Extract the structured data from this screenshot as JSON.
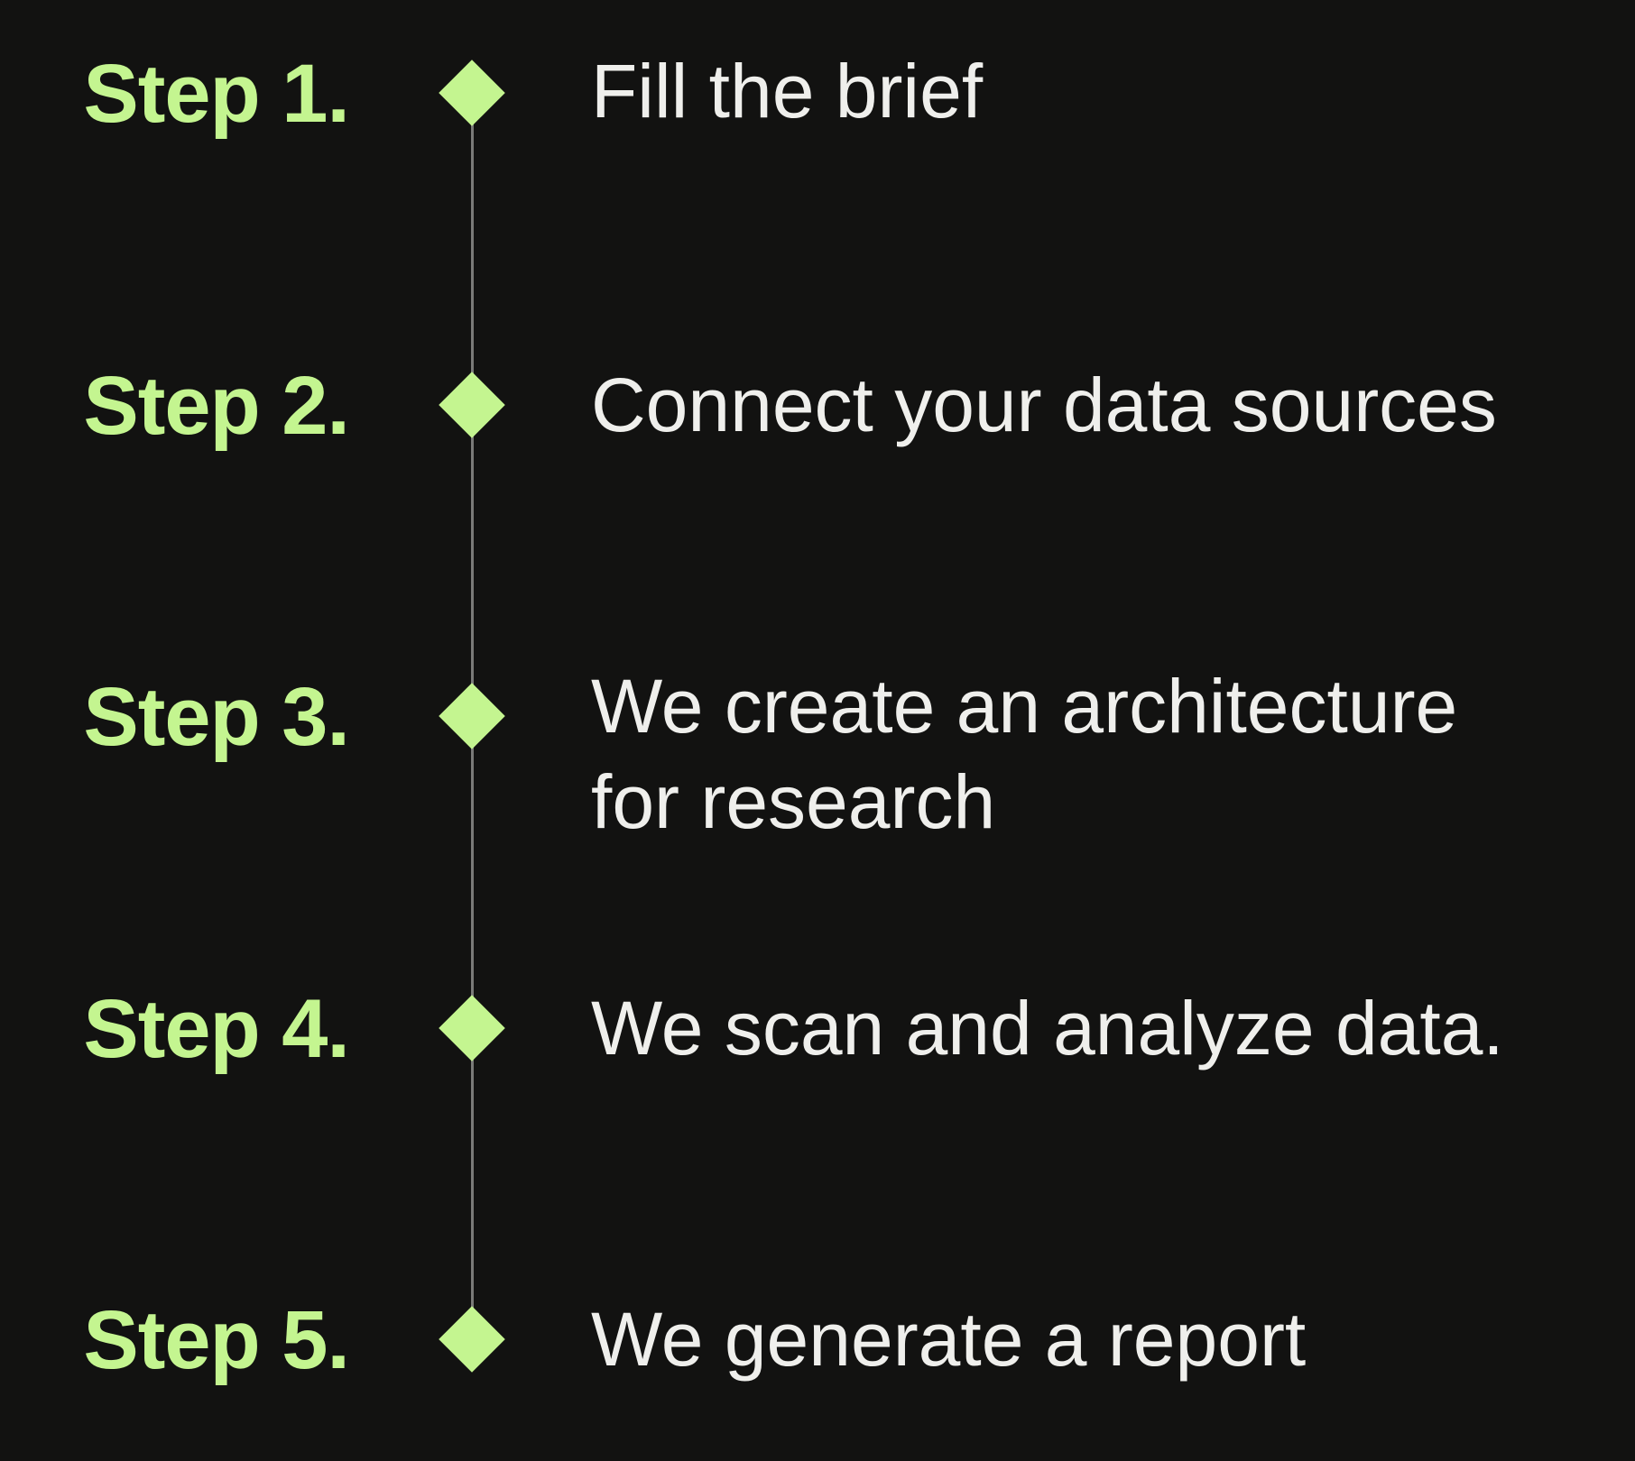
{
  "colors": {
    "background": "#121211",
    "accent": "#c4f590",
    "text": "#efefec",
    "line": "#7a7a78"
  },
  "steps": [
    {
      "label": "Step 1.",
      "lines": [
        "Fill the brief"
      ]
    },
    {
      "label": "Step 2.",
      "lines": [
        "Connect your data sources"
      ]
    },
    {
      "label": "Step 3.",
      "lines": [
        "We create an architecture",
        "for research"
      ]
    },
    {
      "label": "Step 4.",
      "lines": [
        "We scan and analyze data."
      ]
    },
    {
      "label": "Step 5.",
      "lines": [
        "We generate a report"
      ]
    }
  ]
}
